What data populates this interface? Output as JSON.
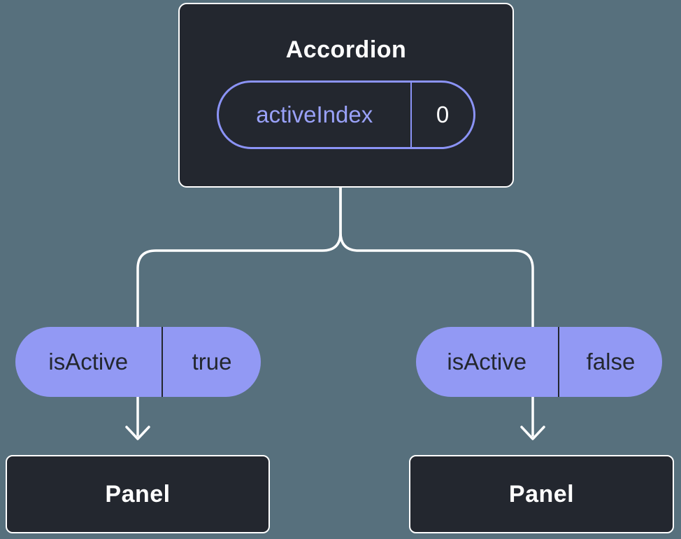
{
  "colors": {
    "canvas-bg": "#57707d",
    "node-bg": "#23272f",
    "node-border": "#ffffff",
    "accent-purple": "#8b93f6",
    "accent-purple-text": "#99a1f8",
    "pill-fill": "#9299f4",
    "dark-text": "#23272f",
    "line": "#ffffff"
  },
  "tree": {
    "root": {
      "title": "Accordion",
      "prop": {
        "name": "activeIndex",
        "value": "0"
      }
    },
    "children": [
      {
        "prop": {
          "name": "isActive",
          "value": "true"
        },
        "node": "Panel"
      },
      {
        "prop": {
          "name": "isActive",
          "value": "false"
        },
        "node": "Panel"
      }
    ]
  }
}
